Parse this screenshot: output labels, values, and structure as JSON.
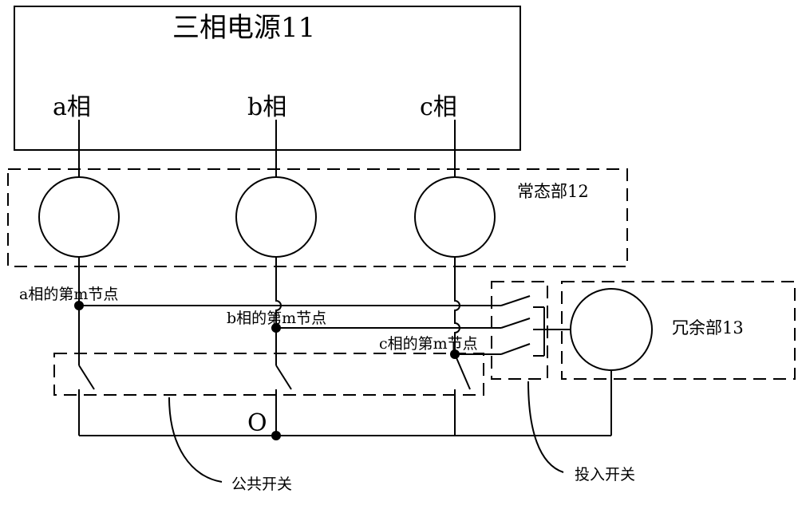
{
  "source": {
    "title": "三相电源11"
  },
  "phases": [
    {
      "label": "a相",
      "node_label": "a相的第m节点"
    },
    {
      "label": "b相",
      "node_label": "b相的第m节点"
    },
    {
      "label": "c相",
      "node_label": "c相的第m节点"
    }
  ],
  "normal_section": {
    "label": "常态部12"
  },
  "redundant_section": {
    "label": "冗余部13"
  },
  "neutral": {
    "label": "O"
  },
  "callouts": {
    "common_switch": "公共开关",
    "input_switch": "投入开关"
  }
}
